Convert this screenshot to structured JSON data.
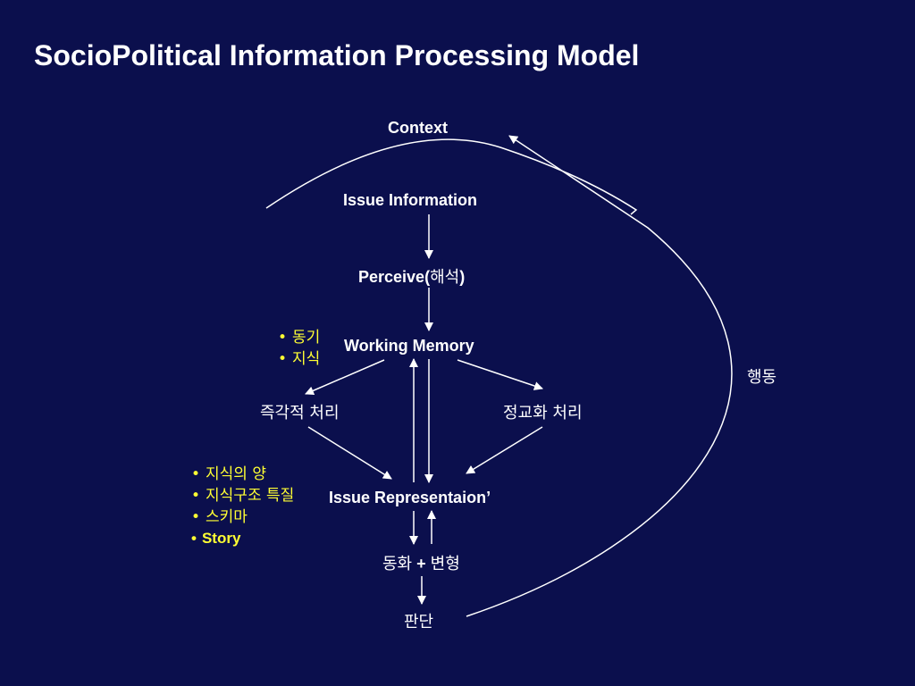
{
  "title": "SocioPolitical Information Processing Model",
  "nodes": {
    "context": "Context",
    "issue_information": "Issue Information",
    "perceive_prefix": "Perceive(",
    "perceive_korean": "해석",
    "perceive_suffix": ")",
    "working_memory": "Working Memory",
    "immediate_processing": "즉각적 처리",
    "elaborate_processing": "정교화 처리",
    "issue_representation": "Issue Representaion’",
    "assimilation": "동화",
    "plus": "+",
    "transformation": "변형",
    "judgment": "판단",
    "action": "행동"
  },
  "bullets_upper": [
    "동기",
    "지식"
  ],
  "bullets_lower": [
    "지식의 양",
    "지식구조 특질",
    "스키마",
    "Story"
  ],
  "colors": {
    "background": "#0b0f4d",
    "text": "#ffffff",
    "bullet": "#ffff33"
  }
}
